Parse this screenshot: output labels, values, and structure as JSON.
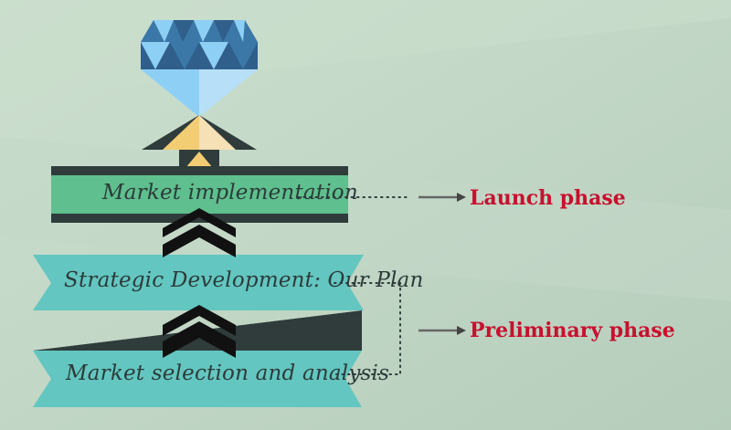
{
  "steps": [
    {
      "id": "market-implementation",
      "label": "Market implementation"
    },
    {
      "id": "strategic-development",
      "label": "Strategic Development: Our Plan"
    },
    {
      "id": "market-selection",
      "label": "Market selection and analysis"
    }
  ],
  "phases": [
    {
      "id": "launch",
      "label": "Launch phase"
    },
    {
      "id": "preliminary",
      "label": "Preliminary phase"
    }
  ],
  "colors": {
    "background": "#bfd4c3",
    "green_band": "#5fbf8e",
    "dark_band": "#2f3c3b",
    "teal_ribbon": "#63c6c0",
    "diamond_dark": "#2f5f8a",
    "diamond_light": "#8ecff5",
    "pedestal_yellow": "#f2cd73",
    "phase_text": "#c8102e"
  }
}
